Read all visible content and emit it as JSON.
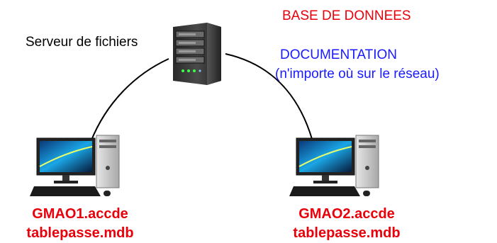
{
  "server": {
    "label": "Serveur de fichiers",
    "icon": "file-server-icon"
  },
  "notes": {
    "database": "BASE DE DONNEES",
    "documentation": "DOCUMENTATION",
    "documentation_location": "(n'importe où sur le réseau)"
  },
  "clients": [
    {
      "icon": "desktop-computer-icon",
      "app_file": "GMAO1.accde",
      "table_file": "tablepasse.mdb"
    },
    {
      "icon": "desktop-computer-icon",
      "app_file": "GMAO2.accde",
      "table_file": "tablepasse.mdb"
    }
  ],
  "colors": {
    "database_text": "#e8000b",
    "documentation_text": "#1a1aff",
    "caption_text": "#e8000b",
    "wire": "#000000"
  }
}
